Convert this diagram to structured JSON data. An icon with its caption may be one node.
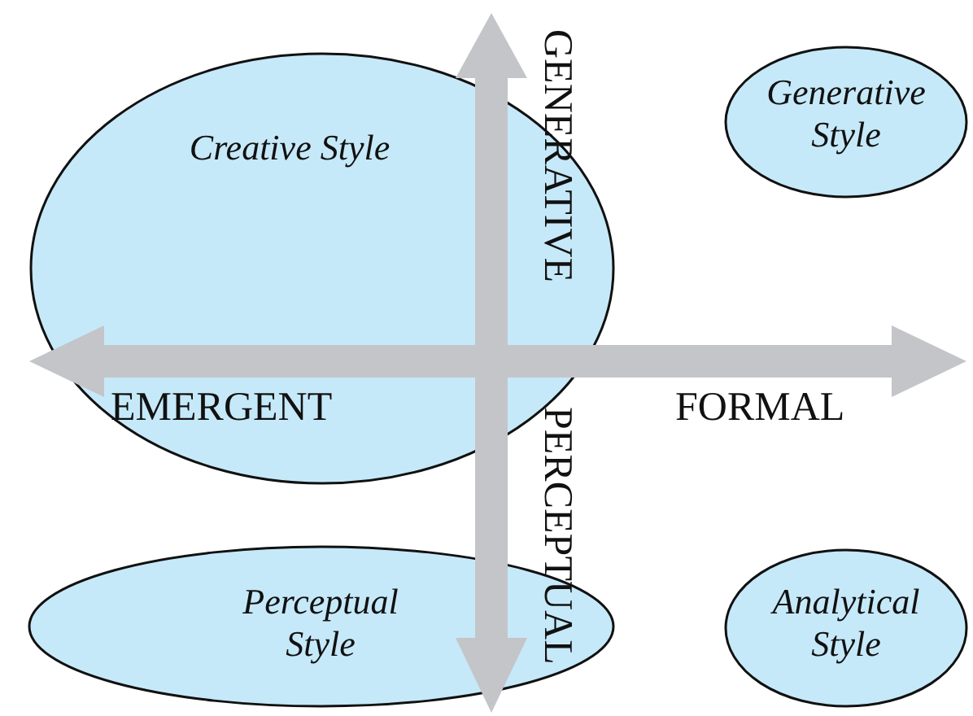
{
  "diagram": {
    "nodes": [
      {
        "text": [
          "Creative Style"
        ]
      },
      {
        "text": [
          "Generative Style"
        ]
      },
      {
        "text": [
          "Perceptual Style"
        ]
      },
      {
        "text": [
          "Analytical Style"
        ]
      }
    ],
    "labels": [
      "GENERATIVE",
      "EMERGENT",
      "FORMAL",
      "PERCEPTUAL"
    ]
  }
}
